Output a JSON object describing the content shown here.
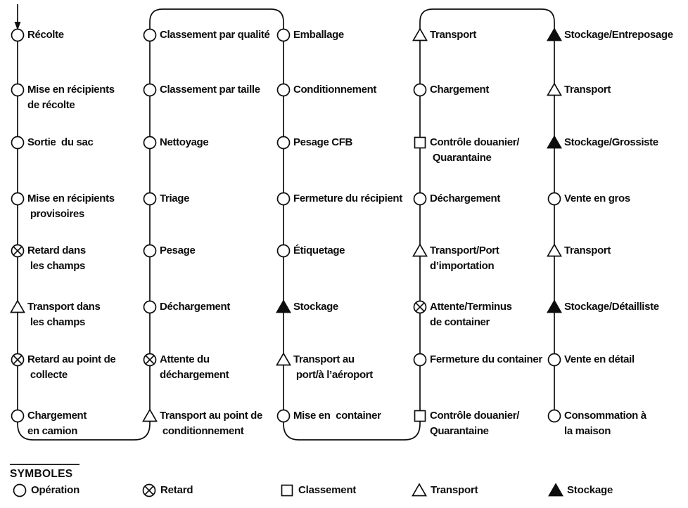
{
  "colors": {
    "ink": "#0d0d0d",
    "paper": "#ffffff"
  },
  "diagram": {
    "columns": [
      {
        "id": "col-1",
        "direction": "down",
        "steps": [
          {
            "symbol": "operation",
            "label": "Récolte"
          },
          {
            "symbol": "operation",
            "label": "Mise en récipients\nde récolte"
          },
          {
            "symbol": "operation",
            "label": "Sortie  du sac"
          },
          {
            "symbol": "operation",
            "label": "Mise en récipients\n provisoires"
          },
          {
            "symbol": "retard",
            "label": "Retard dans\n les champs"
          },
          {
            "symbol": "transport",
            "label": "Transport dans\n les champs"
          },
          {
            "symbol": "retard",
            "label": "Retard au point de\n collecte"
          },
          {
            "symbol": "operation",
            "label": "Chargement\nen camion"
          }
        ]
      },
      {
        "id": "col-2",
        "direction": "up",
        "steps": [
          {
            "symbol": "operation",
            "label": "Classement par qualité"
          },
          {
            "symbol": "operation",
            "label": "Classement par taille"
          },
          {
            "symbol": "operation",
            "label": "Nettoyage"
          },
          {
            "symbol": "operation",
            "label": "Triage"
          },
          {
            "symbol": "operation",
            "label": "Pesage"
          },
          {
            "symbol": "operation",
            "label": "Déchargement"
          },
          {
            "symbol": "retard",
            "label": "Attente du\ndéchargement"
          },
          {
            "symbol": "transport",
            "label": "Transport au point de\n conditionnement"
          }
        ]
      },
      {
        "id": "col-3",
        "direction": "down",
        "steps": [
          {
            "symbol": "operation",
            "label": "Emballage"
          },
          {
            "symbol": "operation",
            "label": "Conditionnement"
          },
          {
            "symbol": "operation",
            "label": "Pesage CFB"
          },
          {
            "symbol": "operation",
            "label": "Fermeture du récipient"
          },
          {
            "symbol": "operation",
            "label": "Étiquetage"
          },
          {
            "symbol": "stockage",
            "label": "Stockage"
          },
          {
            "symbol": "transport",
            "label": "Transport au\n port/à l’aéroport"
          },
          {
            "symbol": "operation",
            "label": "Mise en  container"
          }
        ]
      },
      {
        "id": "col-4",
        "direction": "up",
        "steps": [
          {
            "symbol": "transport",
            "label": "Transport"
          },
          {
            "symbol": "operation",
            "label": "Chargement"
          },
          {
            "symbol": "classement",
            "label": "Contrôle douanier/\n Quarantaine"
          },
          {
            "symbol": "operation",
            "label": "Déchargement"
          },
          {
            "symbol": "transport",
            "label": "Transport/Port\nd’importation"
          },
          {
            "symbol": "retard",
            "label": "Attente/Terminus\nde container"
          },
          {
            "symbol": "operation",
            "label": "Fermeture du container"
          },
          {
            "symbol": "classement",
            "label": "Contrôle douanier/\nQuarantaine"
          }
        ]
      },
      {
        "id": "col-5",
        "direction": "down",
        "steps": [
          {
            "symbol": "stockage",
            "label": "Stockage/Entreposage"
          },
          {
            "symbol": "transport",
            "label": "Transport"
          },
          {
            "symbol": "stockage",
            "label": "Stockage/Grossiste"
          },
          {
            "symbol": "operation",
            "label": "Vente en gros"
          },
          {
            "symbol": "transport",
            "label": "Transport"
          },
          {
            "symbol": "stockage",
            "label": "Stockage/Détailliste"
          },
          {
            "symbol": "operation",
            "label": "Vente en détail"
          },
          {
            "symbol": "operation",
            "label": "Consommation à\nla maison"
          }
        ]
      }
    ],
    "connectors": [
      {
        "type": "entry-arrow",
        "at": "col-1"
      },
      {
        "type": "bottom-curve",
        "between": [
          "col-1",
          "col-2"
        ]
      },
      {
        "type": "top-curve",
        "between": [
          "col-2",
          "col-3"
        ]
      },
      {
        "type": "bottom-curve",
        "between": [
          "col-3",
          "col-4"
        ]
      },
      {
        "type": "top-curve",
        "between": [
          "col-4",
          "col-5"
        ]
      }
    ]
  },
  "legend": {
    "heading": "SYMBOLES",
    "items": [
      {
        "symbol": "operation",
        "label": "Opération"
      },
      {
        "symbol": "retard",
        "label": "Retard"
      },
      {
        "symbol": "classement",
        "label": "Classement"
      },
      {
        "symbol": "transport",
        "label": "Transport"
      },
      {
        "symbol": "stockage",
        "label": "Stockage"
      }
    ]
  }
}
